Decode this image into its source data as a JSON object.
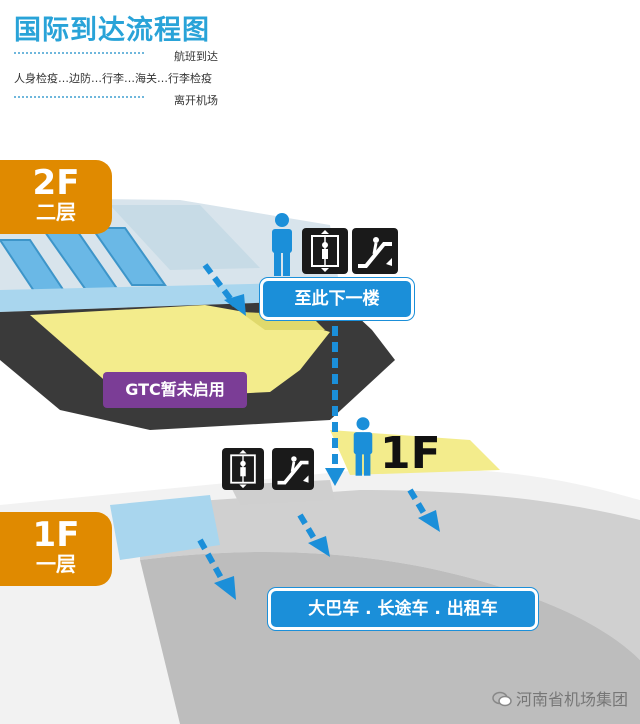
{
  "header": {
    "title": "国际到达流程图",
    "steps": [
      "航班到达",
      "人身检疫…边防…行李…海关…行李检疫",
      "离开机场"
    ]
  },
  "floors": {
    "upper": {
      "label": "2F",
      "name": "二层"
    },
    "lower": {
      "label": "1F",
      "name": "一层"
    }
  },
  "labels": {
    "go_down": "至此下一楼",
    "gtc": "GTC暂未启用",
    "floor_marker": "1F",
    "transport": "大巴车 . 长途车 . 出租车"
  },
  "icons": [
    "person-icon",
    "elevator-icon",
    "escalator-icon"
  ],
  "colors": {
    "accent": "#29a3d8",
    "floor_tag": "#e08a00",
    "box_blue": "#1b8fd9",
    "gtc_purple": "#7b3d96",
    "arrival_yellow": "#f3ec8c"
  },
  "watermark": "河南省机场集团"
}
